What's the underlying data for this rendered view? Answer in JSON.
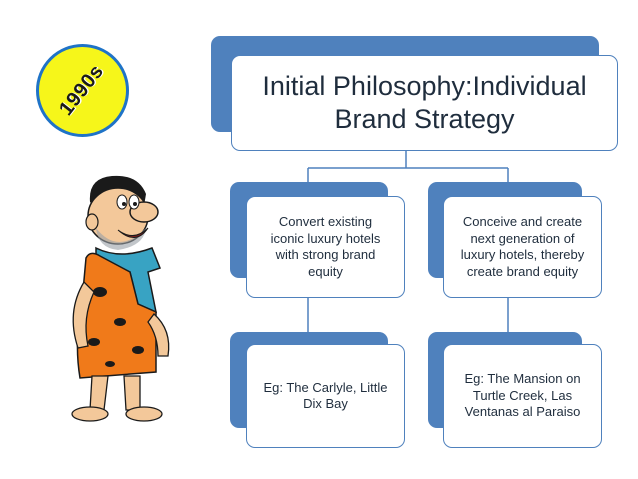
{
  "badge": {
    "label": "1990s"
  },
  "title": {
    "line1": "Initial Philosophy:Individual",
    "line2": "Brand Strategy"
  },
  "left_column": {
    "strategy": [
      "Convert existing",
      "iconic luxury hotels",
      "with strong brand",
      "equity"
    ],
    "example": [
      "Eg: The Carlyle, Little",
      "Dix Bay"
    ]
  },
  "right_column": {
    "strategy": [
      "Conceive and create",
      "next generation of",
      "luxury hotels, thereby",
      "create brand equity"
    ],
    "example": [
      "Eg: The Mansion on",
      "Turtle Creek, Las",
      "Ventanas al Paraiso"
    ]
  },
  "colors": {
    "accent": "#4f81bd",
    "badge_fill": "#f6f61a",
    "badge_border": "#1f73c7",
    "character_shirt": "#f07a1a",
    "character_tie": "#38a3c3"
  }
}
